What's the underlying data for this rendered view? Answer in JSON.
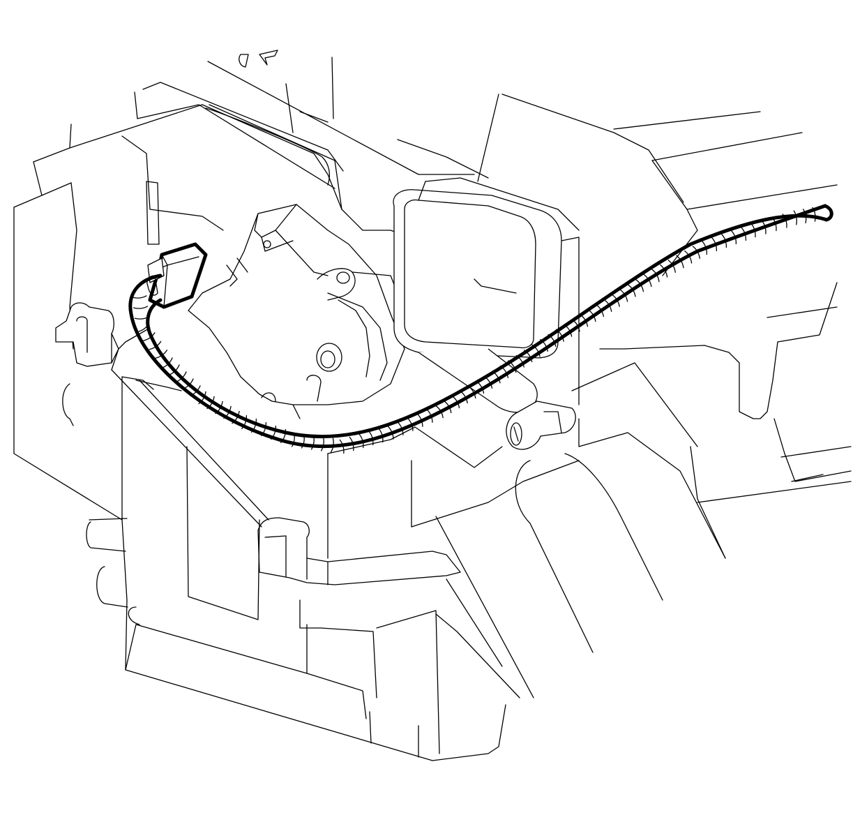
{
  "figure": {
    "style": "black line-art technical illustration on white background",
    "line_color": "#000000",
    "background_color": "#ffffff",
    "highlighted_parts": [
      "wiring-harness",
      "electrical-connector"
    ]
  }
}
